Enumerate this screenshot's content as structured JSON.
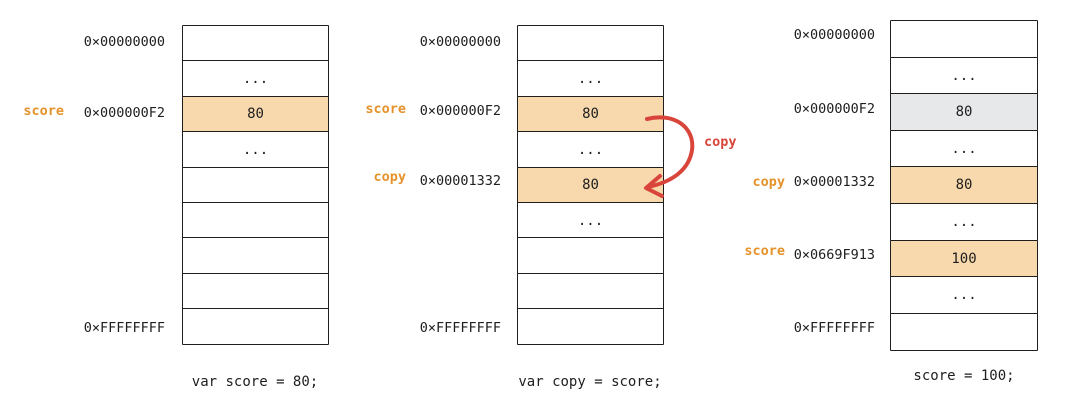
{
  "colors": {
    "highlight": "#f8d9ae",
    "stale": "#e7e8ea",
    "variable_label": "#e5922b",
    "arrow": "#d9453a",
    "stroke": "#1e1e1e"
  },
  "panels": [
    {
      "cells": [
        {
          "value": "",
          "fill": "none"
        },
        {
          "value": "...",
          "fill": "none"
        },
        {
          "value": "80",
          "fill": "highlight"
        },
        {
          "value": "...",
          "fill": "none"
        },
        {
          "value": "",
          "fill": "none"
        },
        {
          "value": "",
          "fill": "none"
        },
        {
          "value": "",
          "fill": "none"
        },
        {
          "value": "",
          "fill": "none"
        },
        {
          "value": "",
          "fill": "none"
        }
      ],
      "addresses": [
        {
          "text": "0×00000000",
          "row": 0
        },
        {
          "text": "0×000000F2",
          "row": 2
        },
        {
          "text": "0×FFFFFFFF",
          "row": 8
        }
      ],
      "variables": [
        {
          "text": "score",
          "row": 2
        }
      ],
      "caption": "var score = 80;"
    },
    {
      "cells": [
        {
          "value": "",
          "fill": "none"
        },
        {
          "value": "...",
          "fill": "none"
        },
        {
          "value": "80",
          "fill": "highlight"
        },
        {
          "value": "...",
          "fill": "none"
        },
        {
          "value": "80",
          "fill": "highlight"
        },
        {
          "value": "...",
          "fill": "none"
        },
        {
          "value": "",
          "fill": "none"
        },
        {
          "value": "",
          "fill": "none"
        },
        {
          "value": "",
          "fill": "none"
        }
      ],
      "addresses": [
        {
          "text": "0×00000000",
          "row": 0
        },
        {
          "text": "0×000000F2",
          "row": 2
        },
        {
          "text": "0×00001332",
          "row": 4
        },
        {
          "text": "0×FFFFFFFF",
          "row": 8
        }
      ],
      "variables": [
        {
          "text": "score",
          "row": 2
        },
        {
          "text": "copy",
          "row": 4
        }
      ],
      "arrow_label": "copy",
      "caption": "var copy = score;"
    },
    {
      "cells": [
        {
          "value": "",
          "fill": "none"
        },
        {
          "value": "...",
          "fill": "none"
        },
        {
          "value": "80",
          "fill": "stale"
        },
        {
          "value": "...",
          "fill": "none"
        },
        {
          "value": "80",
          "fill": "highlight"
        },
        {
          "value": "...",
          "fill": "none"
        },
        {
          "value": "100",
          "fill": "highlight"
        },
        {
          "value": "...",
          "fill": "none"
        },
        {
          "value": "",
          "fill": "none"
        }
      ],
      "addresses": [
        {
          "text": "0×00000000",
          "row": 0
        },
        {
          "text": "0×000000F2",
          "row": 2
        },
        {
          "text": "0×00001332",
          "row": 4
        },
        {
          "text": "0×0669F913",
          "row": 6
        },
        {
          "text": "0×FFFFFFFF",
          "row": 8
        }
      ],
      "variables": [
        {
          "text": "copy",
          "row": 4
        },
        {
          "text": "score",
          "row": 6
        }
      ],
      "caption": "score = 100;"
    }
  ]
}
